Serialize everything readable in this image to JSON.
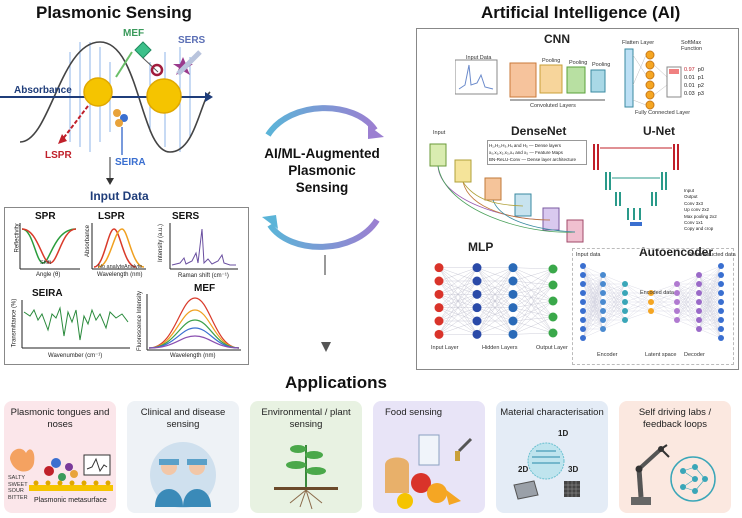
{
  "left": {
    "title": "Plasmonic Sensing",
    "labels": {
      "mef": "MEF",
      "sers": "SERS",
      "absorbance": "Absorbance",
      "lspr": "LSPR",
      "seira": "SEIRA",
      "input_data": "Input Data"
    }
  },
  "center": {
    "line1": "AI/ML-Augmented",
    "line2": "Plasmonic Sensing"
  },
  "right": {
    "title": "Artificial Intelligence (AI)",
    "cnn": {
      "title": "CNN",
      "input_data": "Input Data",
      "pooling1": "Pooling",
      "pooling2": "Pooling",
      "pooling3": "Pooling",
      "flatten": "Flatten Layer",
      "softmax": "SoftMax\nFunction",
      "conv": "Convoluted Layers",
      "fc": "Fully Connected Layer",
      "outputs": [
        {
          "v": "0.97",
          "p": "p0"
        },
        {
          "v": "0.01",
          "p": "p1"
        },
        {
          "v": "0.01",
          "p": "p2"
        },
        {
          "v": "0.03",
          "p": "p3"
        }
      ]
    },
    "densenet": {
      "title": "DenseNet",
      "input": "Input",
      "rows": [
        "H₁,H₂,H₃,H₄ and H₅",
        "x₀,x₁,x₂,x₃,x₄ and x₅",
        "BN-ReLU-Conv"
      ],
      "rows_r": [
        "Dense layers",
        "Feature Maps",
        "Dense layer architecture"
      ]
    },
    "unet": {
      "title": "U-Net",
      "legend": [
        "Input",
        "Output",
        "Conv 3x3",
        "Up conv 2x2",
        "Max pooling 2x2",
        "Conv 1x1",
        "Copy and crop"
      ]
    },
    "mlp": {
      "title": "MLP",
      "input": "Input Layer",
      "hidden": "Hidden Layers",
      "output": "Output Layer"
    },
    "ae": {
      "title": "Autoencoder",
      "input": "Input data",
      "recon": "Reconstructed data",
      "encoded": "Encoded data",
      "encoder": "Encoder",
      "latent": "Latent space",
      "decoder": "Decoder"
    }
  },
  "plots": {
    "spr": {
      "title": "SPR",
      "y": "Reflectivity",
      "x": "Angle (θ)",
      "shift": "Shift"
    },
    "lspr": {
      "title": "LSPR",
      "y": "Absorbance",
      "x": "Wavelength (nm)",
      "a": "No analyte",
      "b": "Analyte"
    },
    "sers": {
      "title": "SERS",
      "y": "Intensity (a.u.)",
      "x": "Raman shift (cm⁻¹)"
    },
    "seira": {
      "title": "SEIRA",
      "y": "Transmittance (%)",
      "x": "Wavenumber (cm⁻¹)"
    },
    "mef": {
      "title": "MEF",
      "y": "Fluorescence Intensity",
      "x": "Wavelength (nm)"
    }
  },
  "applications": {
    "title": "Applications",
    "cards": [
      {
        "label": "Plasmonic tongues and noses",
        "taste": [
          "SALTY",
          "SWEET",
          "SOUR",
          "BITTER"
        ],
        "surface": "Plasmonic metasurface",
        "bg": "#fbe6ea"
      },
      {
        "label": "Clinical and disease sensing",
        "bg": "#eef2f6"
      },
      {
        "label": "Environmental / plant sensing",
        "bg": "#e8f2e2"
      },
      {
        "label": "Food sensing",
        "bg": "#e8e4f7"
      },
      {
        "label": "Material characterisation",
        "dims": [
          "1D",
          "2D",
          "3D"
        ],
        "bg": "#e4ecf6"
      },
      {
        "label": "Self driving labs / feedback loops",
        "bg": "#fbe8e0"
      }
    ]
  },
  "colors": {
    "arrow_blue": "#5b9bd5",
    "arrow_purple": "#9b7fd1",
    "gold": "#f5c400",
    "green": "#2f8f5a"
  }
}
